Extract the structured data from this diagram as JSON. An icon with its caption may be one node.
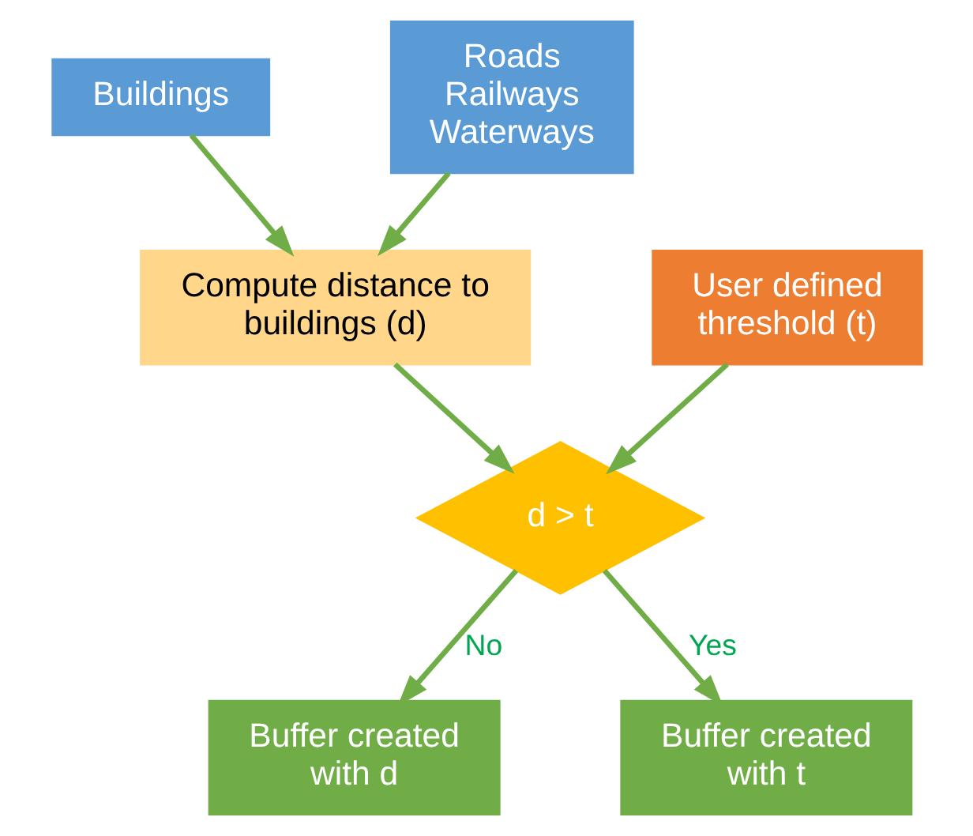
{
  "diagram": {
    "nodes": [
      {
        "text": [
          "Buildings"
        ]
      },
      {
        "text": [
          "Roads Railways Waterways"
        ]
      },
      {
        "text": [
          "Compute distance to buildings (d)"
        ]
      },
      {
        "text": [
          "User defined threshold (t)"
        ]
      },
      {
        "text": [
          "d > t"
        ]
      },
      {
        "text": [
          "Buffer created with d"
        ]
      },
      {
        "text": [
          "Buffer created with t"
        ]
      }
    ],
    "edges": [
      {
        "from": 0,
        "to": 2,
        "arrow": "to"
      },
      {
        "from": 1,
        "to": 2,
        "arrow": "to"
      },
      {
        "from": 2,
        "to": 4,
        "arrow": "to"
      },
      {
        "from": 3,
        "to": 4,
        "arrow": "to"
      },
      {
        "from": 4,
        "to": 5,
        "arrow": "to",
        "label": "No"
      },
      {
        "from": 4,
        "to": 6,
        "arrow": "to",
        "label": "Yes"
      }
    ]
  }
}
